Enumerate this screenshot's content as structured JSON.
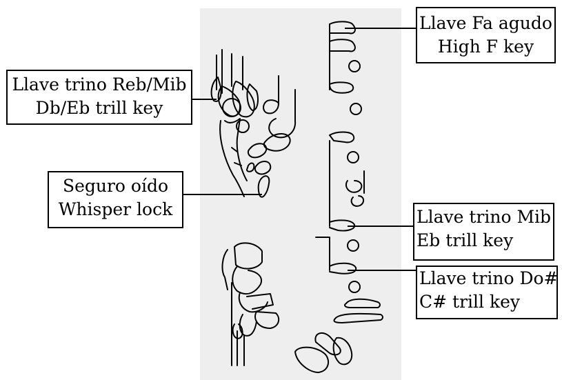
{
  "labels": {
    "high_f": {
      "line1": "Llave Fa agudo",
      "line2": "High F key"
    },
    "db_eb_trill": {
      "line1": "Llave trino Reb/Mib",
      "line2": "Db/Eb trill key"
    },
    "whisper_lock": {
      "line1": "Seguro oído",
      "line2": "Whisper lock"
    },
    "eb_trill": {
      "line1": "Llave trino Mib",
      "line2": "Eb trill key"
    },
    "cs_trill": {
      "line1": "Llave trino Do#",
      "line2": "C# trill key"
    }
  },
  "colors": {
    "panel": "#eeeeee",
    "stroke": "#000000",
    "box_background": "#ffffff"
  }
}
